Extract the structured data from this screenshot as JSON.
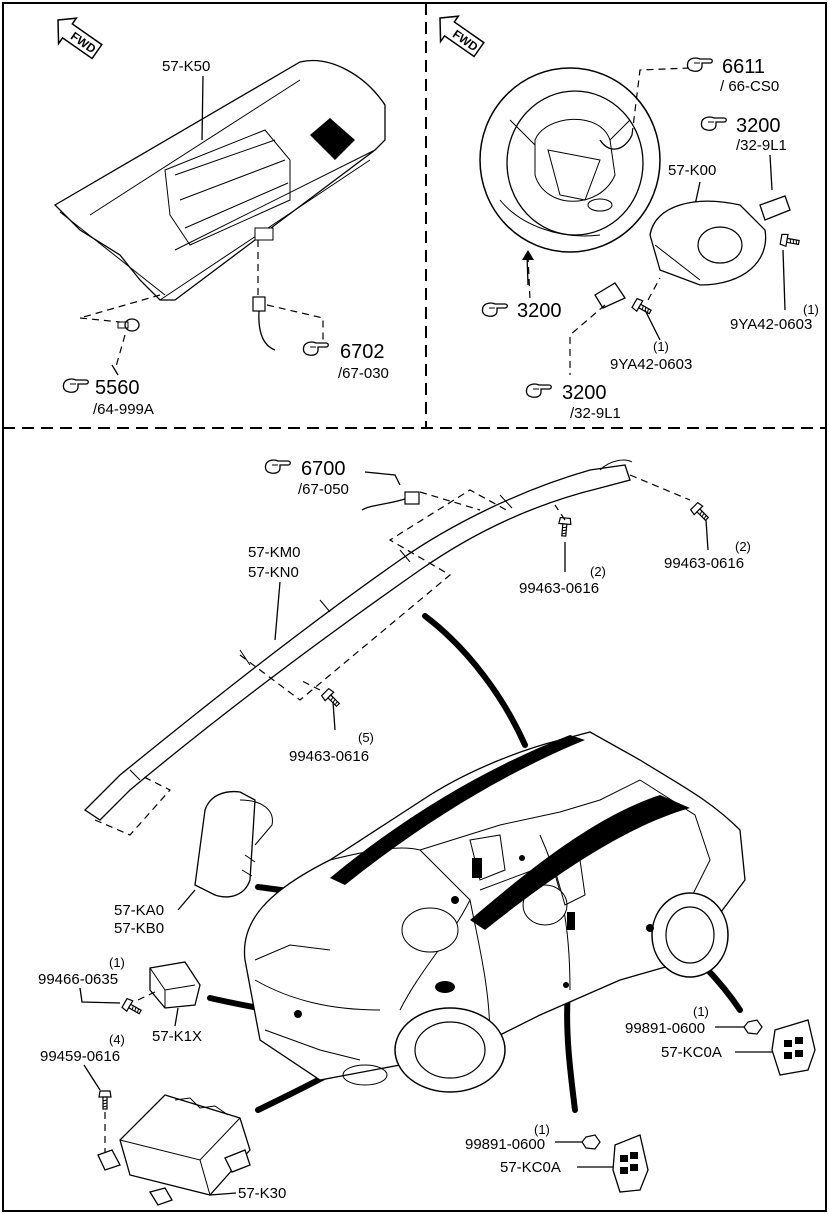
{
  "fwd_label": "FWD",
  "parts": {
    "k50": "57-K50",
    "k00": "57-K00",
    "km0": "57-KM0",
    "kn0": "57-KN0",
    "ka0": "57-KA0",
    "kb0": "57-KB0",
    "k1x": "57-K1X",
    "k30": "57-K30",
    "kc0a_right": "57-KC0A",
    "kc0a_bottom": "57-KC0A"
  },
  "refs": {
    "r5560": {
      "num": "5560",
      "sub": "/64-999A"
    },
    "r6702": {
      "num": "6702",
      "sub": "/67-030"
    },
    "r6611": {
      "num": "6611",
      "sub": "/ 66-CS0"
    },
    "r3200_top": {
      "num": "3200",
      "sub": "/32-9L1"
    },
    "r3200_mid": {
      "num": "3200"
    },
    "r3200_bottom": {
      "num": "3200",
      "sub": "/32-9L1"
    },
    "r6700": {
      "num": "6700",
      "sub": "/67-050"
    }
  },
  "fasteners": [
    {
      "id": "f1",
      "qty": "(1)",
      "part": "9YA42-0603"
    },
    {
      "id": "f2",
      "qty": "(1)",
      "part": "9YA42-0603"
    },
    {
      "id": "f3",
      "qty": "(2)",
      "part": "99463-0616"
    },
    {
      "id": "f4",
      "qty": "(2)",
      "part": "99463-0616"
    },
    {
      "id": "f5",
      "qty": "(5)",
      "part": "99463-0616"
    },
    {
      "id": "f6",
      "qty": "(1)",
      "part": "99466-0635"
    },
    {
      "id": "f7",
      "qty": "(4)",
      "part": "99459-0616"
    },
    {
      "id": "f8",
      "qty": "(1)",
      "part": "99891-0600"
    },
    {
      "id": "f9",
      "qty": "(1)",
      "part": "99891-0600"
    }
  ]
}
